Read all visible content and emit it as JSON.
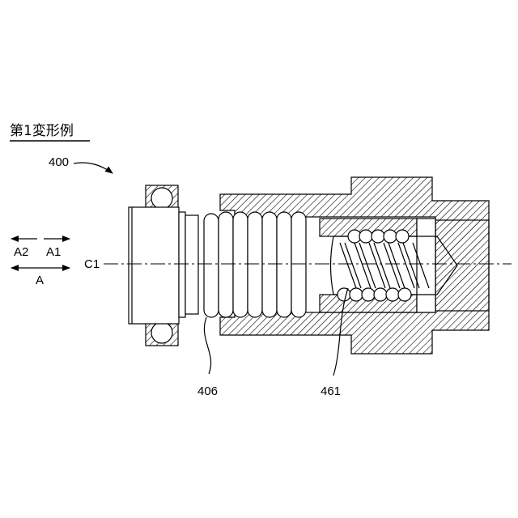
{
  "figure": {
    "title": "第1変形例",
    "assembly_ref": "400",
    "axis_label": "C1",
    "direction_labels": {
      "a2": "A2",
      "a1": "A1",
      "a": "A"
    },
    "part_labels": {
      "spring": "406",
      "balls": "461"
    }
  }
}
